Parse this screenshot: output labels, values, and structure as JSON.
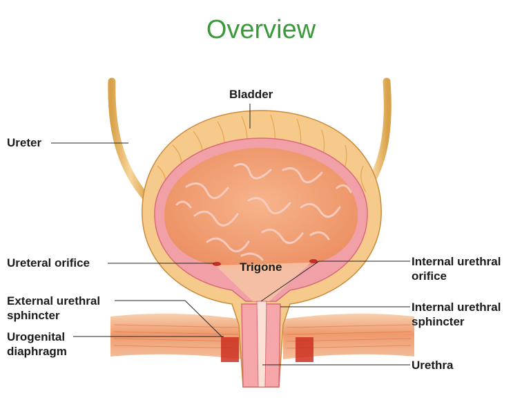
{
  "title": "Overview",
  "labels": {
    "bladder": "Bladder",
    "ureter": "Ureter",
    "ureteral_orifice": "Ureteral orifice",
    "trigone": "Trigone",
    "internal_urethral_orifice_1": "Internal urethral",
    "internal_urethral_orifice_2": "orifice",
    "external_urethral_sphincter_1": "External urethral",
    "external_urethral_sphincter_2": "sphincter",
    "internal_urethral_sphincter_1": "Internal urethral",
    "internal_urethral_sphincter_2": "sphincter",
    "urogenital_diaphragm_1": "Urogenital",
    "urogenital_diaphragm_2": "diaphragm",
    "urethra": "Urethra"
  },
  "colors": {
    "title": "#3a9a3a",
    "wall_outer": "#f6ca8a",
    "wall_fold": "#e8a050",
    "mucosa": "#f0a070",
    "mucosa_fold": "#f6c6c0",
    "lining": "#f2a0a8",
    "muscle": "#e87850",
    "sphincter": "#cc3020"
  }
}
